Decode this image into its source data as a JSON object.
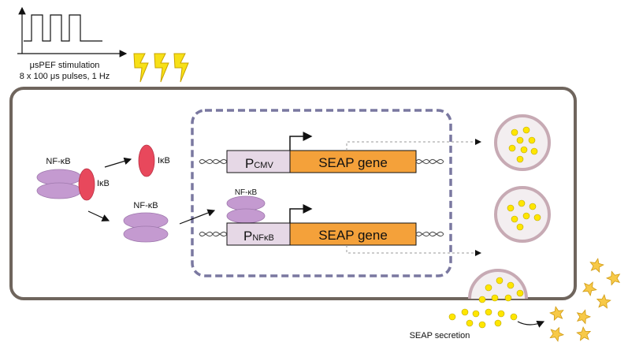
{
  "stimulation": {
    "title": "μsPEF stimulation",
    "params": "8 x 100 μs pulses, 1 Hz",
    "colors": {
      "bolt": "#f7e017",
      "bolt_stroke": "#c9a400"
    }
  },
  "pathway": {
    "complex_label": "NF-κB",
    "complex_ikb_label": "IκB",
    "released_ikb_label": "IκB",
    "free_nfkb_label": "NF-κB",
    "bound_nfkb_label": "NF-κB",
    "colors": {
      "nfkb": "#c49ad0",
      "ikb": "#e8485c"
    }
  },
  "constructs": [
    {
      "promoter": "P",
      "promoter_sub": "CMV",
      "gene": "SEAP gene"
    },
    {
      "promoter": "P",
      "promoter_sub": "NFκB",
      "gene": "SEAP gene"
    }
  ],
  "secretion": {
    "label": "SEAP secretion"
  },
  "colors": {
    "cell_border": "#6f655d",
    "nucleus_border": "#7a78a0",
    "promoter_fill": "#e6d8e6",
    "gene_fill": "#f4a13a",
    "vesicle_fill": "#f3eef0",
    "vesicle_stroke": "#c7aab4",
    "seap_dot": "#ffe600",
    "star": "#f7c948"
  }
}
